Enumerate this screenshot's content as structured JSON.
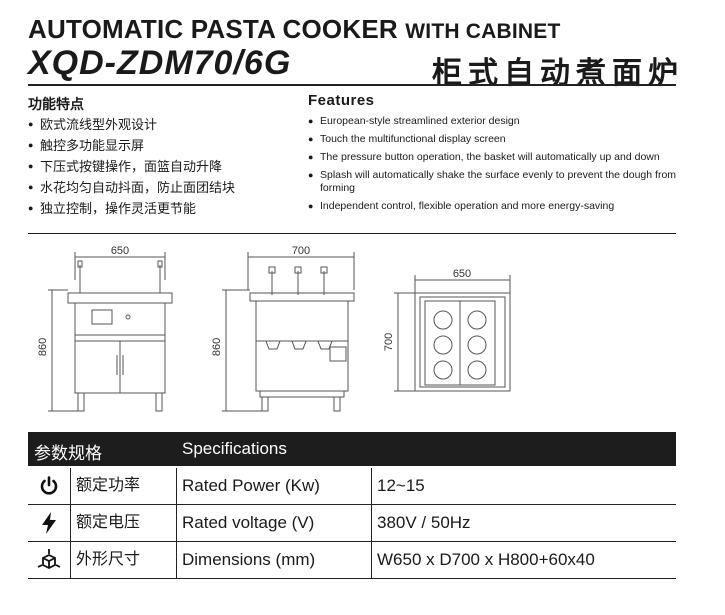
{
  "header": {
    "title_main": "AUTOMATIC PASTA COOKER",
    "title_suffix": "WITH CABINET",
    "model": "XQD-ZDM70/6G",
    "name_cn": "柜式自动煮面炉"
  },
  "features": {
    "cn_title": "功能特点",
    "en_title": "Features",
    "cn_items": [
      "欧式流线型外观设计",
      "触控多功能显示屏",
      "下压式按键操作，面篮自动升降",
      "水花均匀自动抖面，防止面团结块",
      "独立控制，操作灵活更节能"
    ],
    "en_items": [
      "European-style streamlined exterior design",
      "Touch the multifunctional display screen",
      "The pressure button operation, the basket will automatically up and down",
      "Splash will automatically shake the surface evenly to prevent the dough from forming",
      "Independent control, flexible operation and more energy-saving"
    ]
  },
  "drawings": {
    "front_width": "650",
    "front_height": "860",
    "side_width": "700",
    "side_height": "860",
    "top_width": "650",
    "top_depth": "700"
  },
  "specs": {
    "head_cn": "参数规格",
    "head_en": "Specifications",
    "rows": [
      {
        "icon": "power-icon",
        "cn": "额定功率",
        "en": "Rated Power (Kw)",
        "value": "12~15"
      },
      {
        "icon": "lightning-icon",
        "cn": "额定电压",
        "en": "Rated voltage (V)",
        "value": "380V / 50Hz"
      },
      {
        "icon": "dimensions-icon",
        "cn": "外形尺寸",
        "en": "Dimensions (mm)",
        "value": "W650 x D700 x H800+60x40"
      }
    ]
  },
  "colors": {
    "text": "#1a1a1a",
    "header_bar": "#1d1d1d",
    "line": "#555555"
  }
}
